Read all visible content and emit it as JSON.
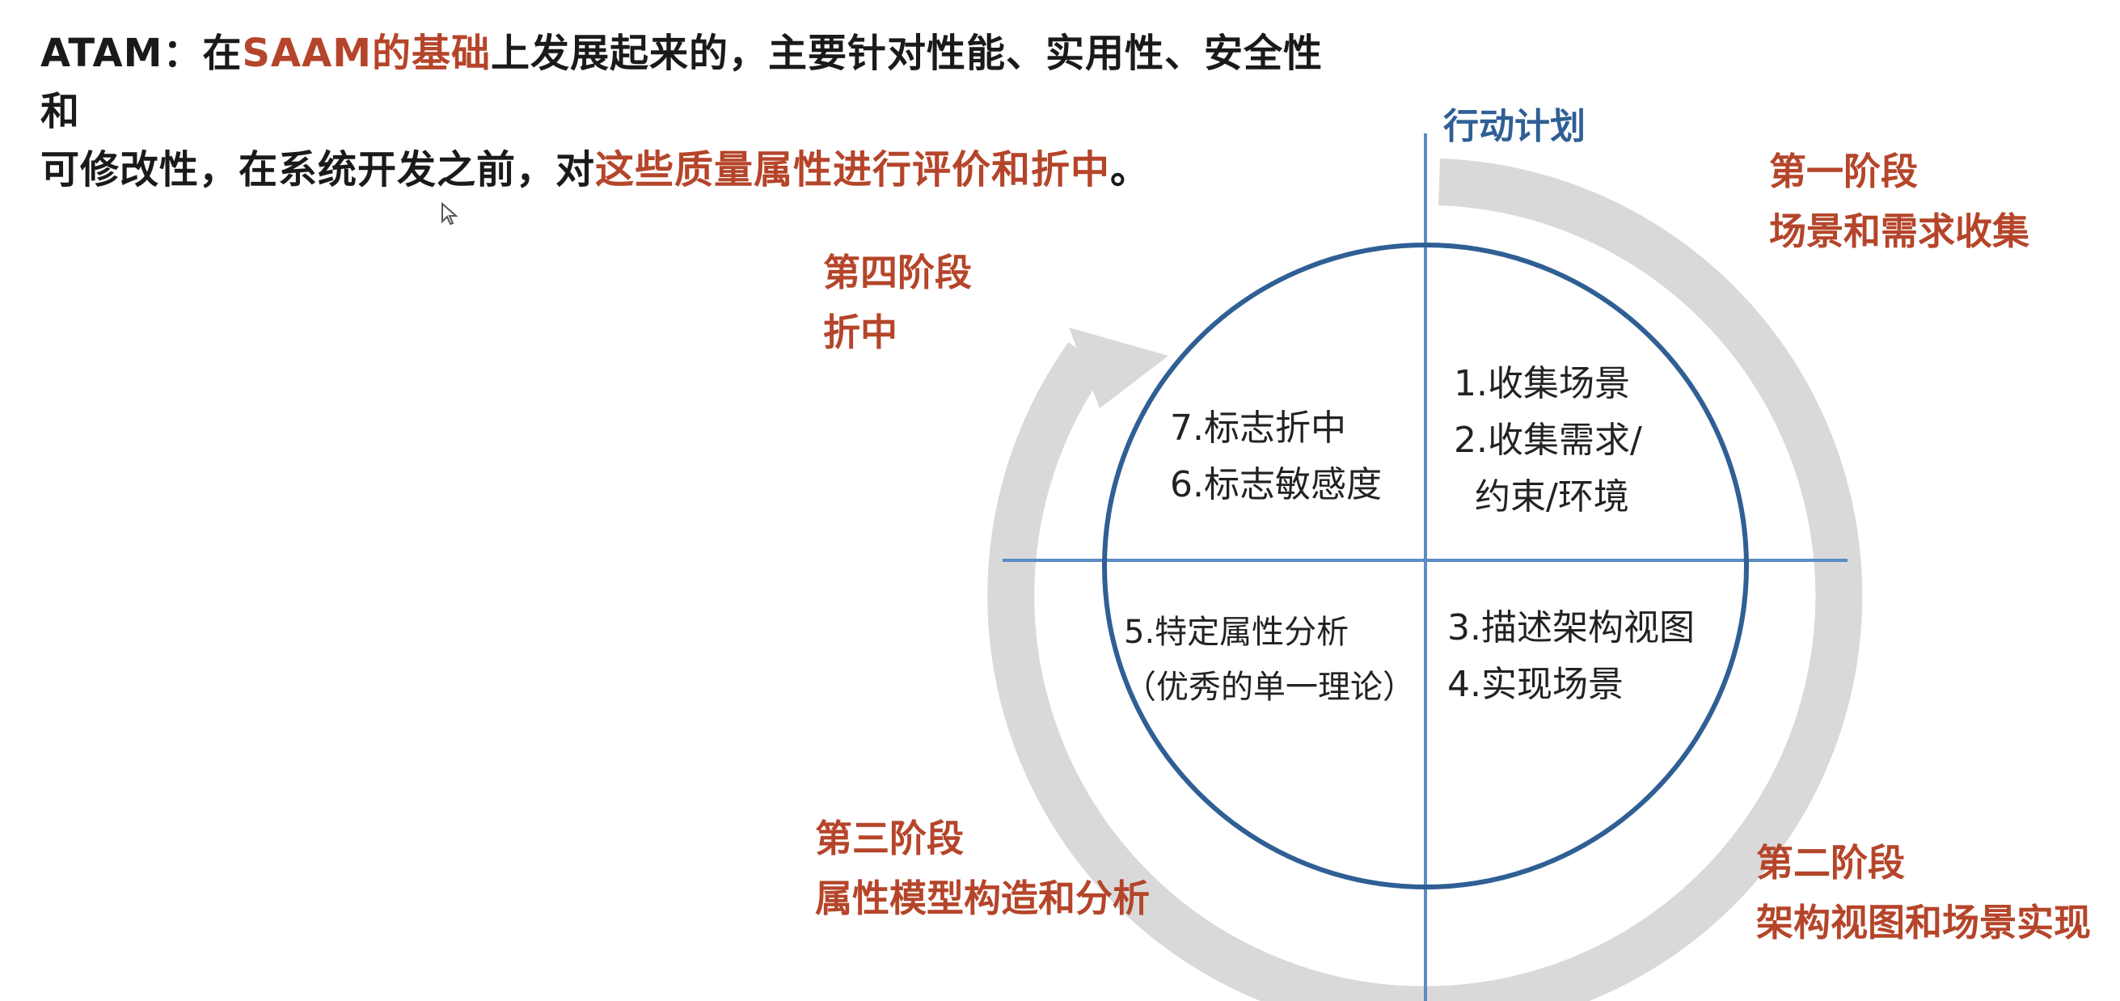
{
  "intro": {
    "line1_prefix": "ATAM：在",
    "line1_hl": "SAAM的基础",
    "line1_suffix": "上发展起来的，主要针对性能、实用性、安全性和",
    "line2_prefix": "可修改性，在系统开发之前，对",
    "line2_hl": "这些质量属性进行评价和折中",
    "line2_suffix": "。"
  },
  "axis": {
    "vertical_label": "行动计划"
  },
  "stages": [
    {
      "title": "第一阶段",
      "subtitle": "场景和需求收集"
    },
    {
      "title": "第二阶段",
      "subtitle": "架构视图和场景实现"
    },
    {
      "title": "第三阶段",
      "subtitle": "属性模型构造和分析"
    },
    {
      "title": "第四阶段",
      "subtitle": "折中"
    }
  ],
  "quadrants": {
    "top_right": [
      "1.收集场景",
      "2.收集需求/",
      "约束/环境"
    ],
    "bottom_right": [
      "3.描述架构视图",
      "4.实现场景"
    ],
    "bottom_left": [
      "5.特定属性分析",
      "（优秀的单一理论）"
    ],
    "top_left": [
      "7.标志折中",
      "6.标志敏感度"
    ]
  },
  "colors": {
    "accent_red": "#b5452a",
    "circle_blue": "#2f5f94",
    "axis_blue": "#5b8cc2",
    "ring_gray": "#d9d9d9"
  }
}
